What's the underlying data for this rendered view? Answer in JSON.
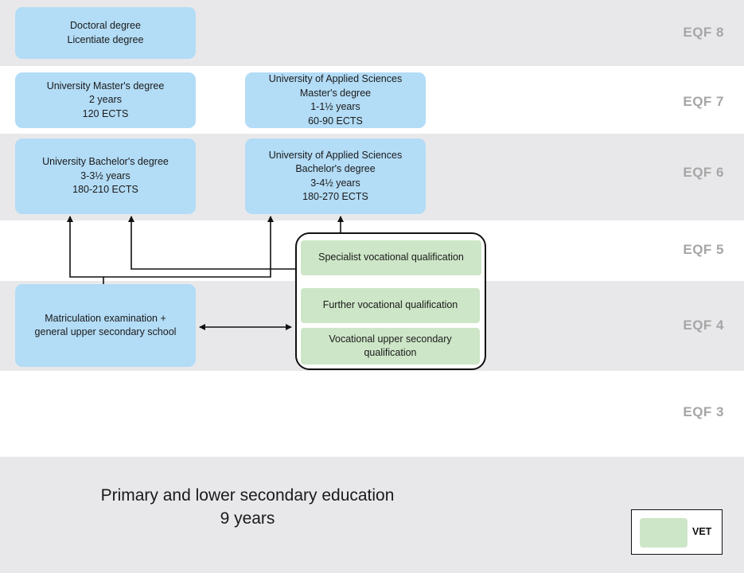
{
  "levels": {
    "eqf8": "EQF 8",
    "eqf7": "EQF 7",
    "eqf6": "EQF 6",
    "eqf5": "EQF 5",
    "eqf4": "EQF 4",
    "eqf3": "EQF 3"
  },
  "degrees": {
    "doctoral": [
      "Doctoral degree",
      "Licentiate degree"
    ],
    "uni_master": [
      "University Master's degree",
      "2 years",
      "120 ECTS"
    ],
    "uas_master": [
      "University of Applied Sciences",
      "Master's degree",
      "1-1½ years",
      "60-90 ECTS"
    ],
    "uni_bachelor": [
      "University Bachelor's degree",
      "3-3½ years",
      "180-210 ECTS"
    ],
    "uas_bachelor": [
      "University of Applied Sciences",
      "Bachelor's degree",
      "3-4½ years",
      "180-270 ECTS"
    ],
    "matriculation": [
      "Matriculation examination +",
      "general upper secondary school"
    ]
  },
  "vet": {
    "specialist": "Specialist vocational qualification",
    "further": "Further vocational qualification",
    "upper_secondary": [
      "Vocational upper secondary",
      "qualification"
    ]
  },
  "basic_education": [
    "Primary and lower secondary education",
    "9 years"
  ],
  "legend": {
    "label": "VET"
  },
  "colors": {
    "band_grey": "#e8e8ea",
    "degree_blue": "#b3dcf6",
    "vet_green": "#cde6c7",
    "eqf_text": "#a6a6a6"
  }
}
